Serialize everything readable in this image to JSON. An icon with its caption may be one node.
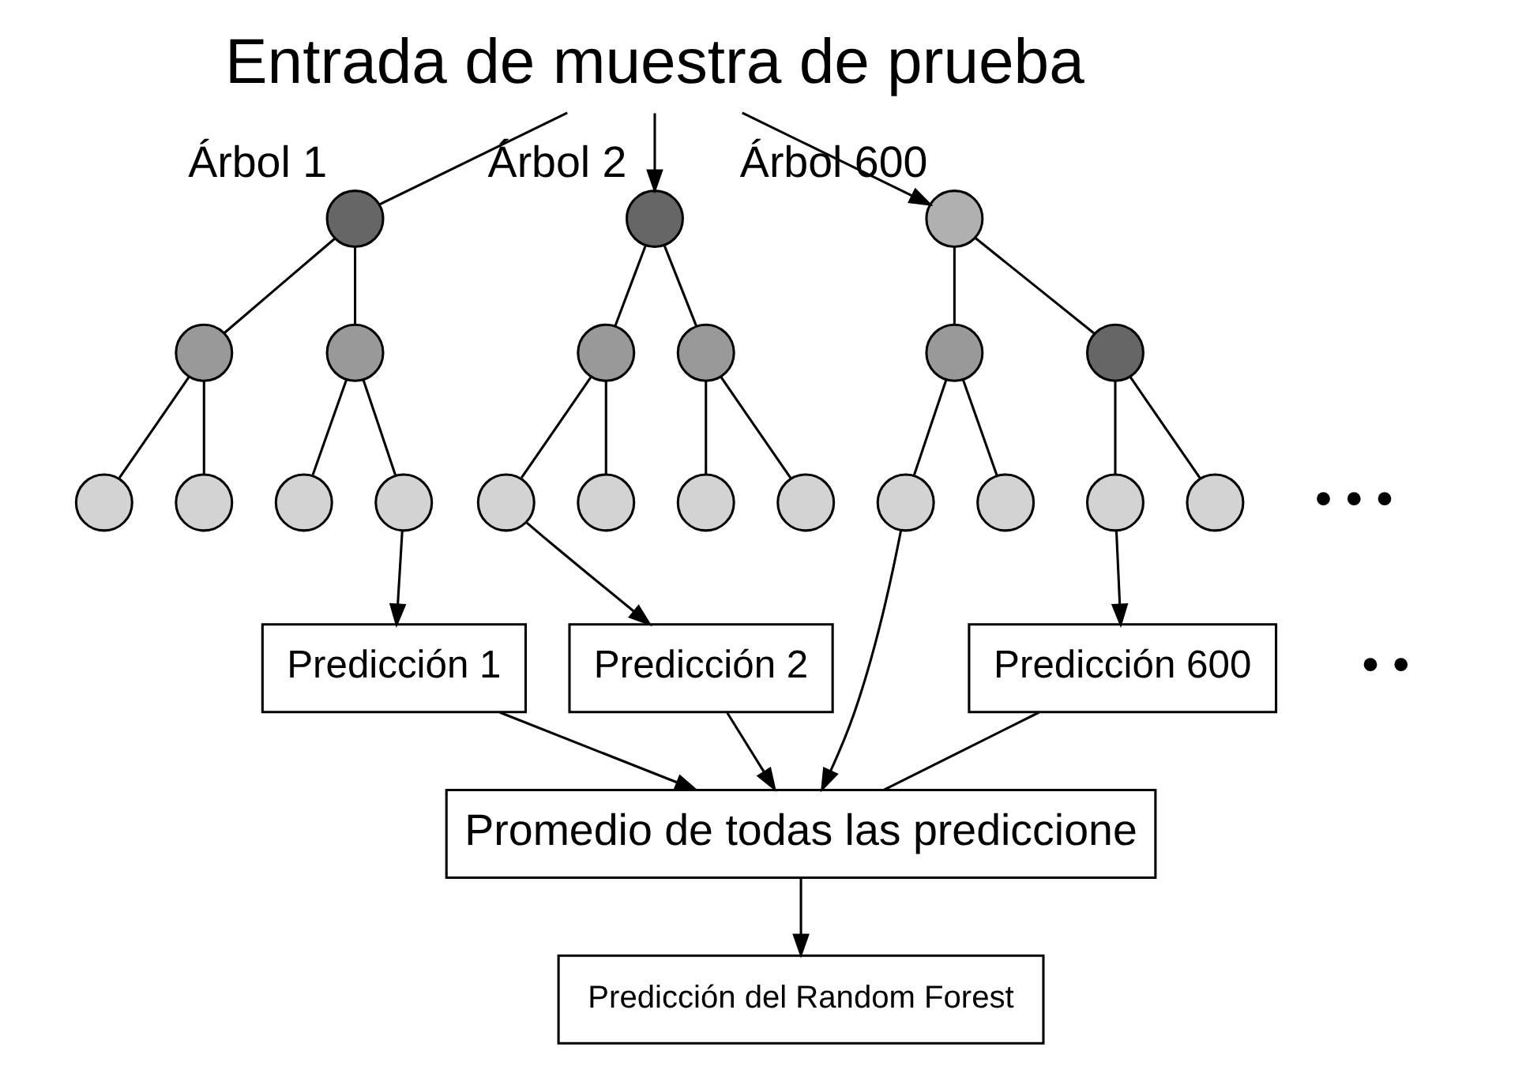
{
  "diagram": {
    "nodes": [
      {
        "text": [
          "Entrada de muestra de prueba"
        ]
      },
      {
        "text": [],
        "shape": "circle",
        "beside": [
          "Árbol 1"
        ]
      },
      {
        "text": [],
        "shape": "circle"
      },
      {
        "text": [],
        "shape": "circle"
      },
      {
        "text": [],
        "shape": "circle"
      },
      {
        "text": [],
        "shape": "circle"
      },
      {
        "text": [],
        "shape": "circle"
      },
      {
        "text": [],
        "shape": "circle"
      },
      {
        "text": [],
        "shape": "circle",
        "beside": [
          "Árbol 2"
        ]
      },
      {
        "text": [],
        "shape": "circle"
      },
      {
        "text": [],
        "shape": "circle"
      },
      {
        "text": [],
        "shape": "circle"
      },
      {
        "text": [],
        "shape": "circle"
      },
      {
        "text": [],
        "shape": "circle"
      },
      {
        "text": [],
        "shape": "circle"
      },
      {
        "text": [],
        "shape": "circle",
        "beside": [
          "Árbol 600"
        ]
      },
      {
        "text": [],
        "shape": "circle"
      },
      {
        "text": [],
        "shape": "circle"
      },
      {
        "text": [],
        "shape": "circle"
      },
      {
        "text": [],
        "shape": "circle"
      },
      {
        "text": [],
        "shape": "circle"
      },
      {
        "text": [],
        "shape": "circle"
      },
      {
        "text": [
          "Predicción 1"
        ]
      },
      {
        "text": [
          "Predicción 2"
        ]
      },
      {
        "text": [
          "Predicción 600"
        ]
      },
      {
        "text": [
          "Promedio de todas las prediccione"
        ]
      },
      {
        "text": [
          "Predicción del Random Forest"
        ]
      }
    ],
    "edges": [
      {
        "from": 0,
        "to": 1,
        "arrow": "none"
      },
      {
        "from": 0,
        "to": 8,
        "arrow": "to"
      },
      {
        "from": 0,
        "to": 15,
        "arrow": "to"
      },
      {
        "from": 1,
        "to": 2,
        "arrow": "none"
      },
      {
        "from": 1,
        "to": 3,
        "arrow": "none"
      },
      {
        "from": 2,
        "to": 4,
        "arrow": "none"
      },
      {
        "from": 2,
        "to": 5,
        "arrow": "none"
      },
      {
        "from": 3,
        "to": 6,
        "arrow": "none"
      },
      {
        "from": 3,
        "to": 7,
        "arrow": "none"
      },
      {
        "from": 8,
        "to": 9,
        "arrow": "none"
      },
      {
        "from": 8,
        "to": 10,
        "arrow": "none"
      },
      {
        "from": 9,
        "to": 11,
        "arrow": "none"
      },
      {
        "from": 9,
        "to": 12,
        "arrow": "none"
      },
      {
        "from": 10,
        "to": 13,
        "arrow": "none"
      },
      {
        "from": 10,
        "to": 14,
        "arrow": "none"
      },
      {
        "from": 15,
        "to": 16,
        "arrow": "none"
      },
      {
        "from": 15,
        "to": 17,
        "arrow": "none"
      },
      {
        "from": 16,
        "to": 18,
        "arrow": "none"
      },
      {
        "from": 16,
        "to": 19,
        "arrow": "none"
      },
      {
        "from": 17,
        "to": 20,
        "arrow": "none"
      },
      {
        "from": 17,
        "to": 21,
        "arrow": "none"
      },
      {
        "from": 7,
        "to": 22,
        "arrow": "to"
      },
      {
        "from": 11,
        "to": 23,
        "arrow": "to"
      },
      {
        "from": 20,
        "to": 24,
        "arrow": "to"
      },
      {
        "from": 18,
        "to": 25,
        "arrow": "to"
      },
      {
        "from": 22,
        "to": 25,
        "arrow": "to"
      },
      {
        "from": 23,
        "to": 25,
        "arrow": "to"
      },
      {
        "from": 24,
        "to": 25,
        "arrow": "none"
      },
      {
        "from": 25,
        "to": 26,
        "arrow": "to"
      }
    ],
    "labels": [
      "• • •",
      "• •"
    ]
  }
}
